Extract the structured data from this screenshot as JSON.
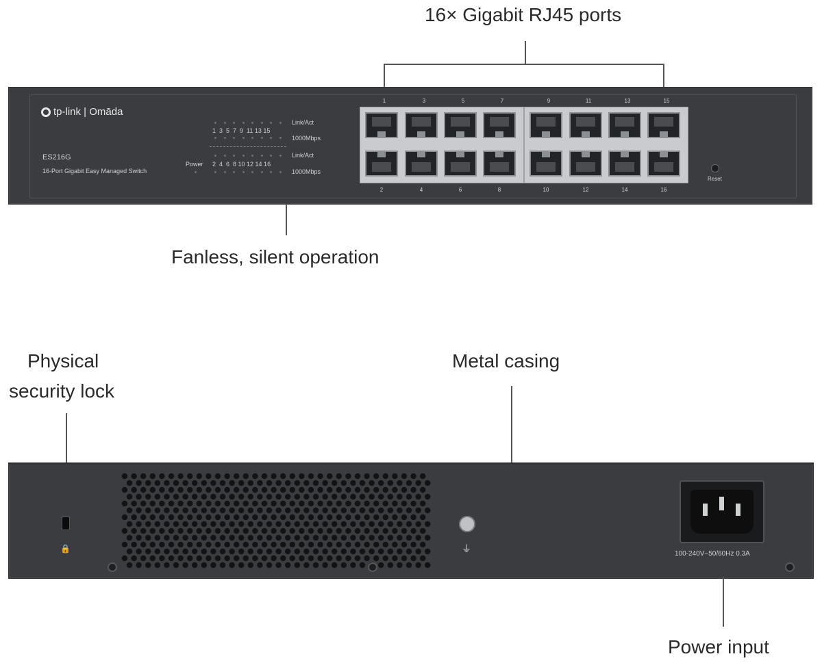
{
  "callouts": {
    "ports": "16× Gigabit RJ45 ports",
    "fanless": "Fanless, silent operation",
    "lock_line1": "Physical",
    "lock_line2": "security lock",
    "casing": "Metal casing",
    "power": "Power input"
  },
  "front_panel": {
    "brand": "tp-link | Omāda",
    "model": "ES216G",
    "description": "16-Port Gigabit Easy Managed Switch",
    "power_label": "Power",
    "led_odd_numbers": "1  3  5  7  9  11 13 15",
    "led_even_numbers": "2  4  6  8 10 12 14 16",
    "link_act_1": "Link/Act",
    "speed_1": "1000Mbps",
    "link_act_2": "Link/Act",
    "speed_2": "1000Mbps",
    "reset_label": "Reset",
    "top_port_numbers": [
      "1",
      "3",
      "5",
      "7",
      "9",
      "11",
      "13",
      "15"
    ],
    "bottom_port_numbers": [
      "2",
      "4",
      "6",
      "8",
      "10",
      "12",
      "14",
      "16"
    ]
  },
  "rear_panel": {
    "power_rating": "100-240V~50/60Hz 0.3A"
  },
  "colors": {
    "chassis": "#3a3c3f",
    "text_dark": "#2a2a2a",
    "port_frame": "#c9cbce"
  }
}
